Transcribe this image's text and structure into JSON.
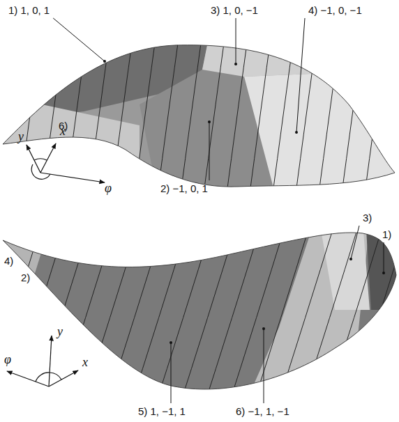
{
  "diagram": {
    "labels": [
      "1) 1, 0, 1",
      "3) 1, 0, −1",
      "4) −1, 0, −1",
      "6)",
      "y",
      "x",
      "2) −1, 0, 1",
      "φ",
      "3)",
      "4)",
      "1)",
      "2)",
      "y",
      "φ",
      "x",
      "5) 1, −1, 1",
      "6) −1, 1, −1"
    ]
  }
}
